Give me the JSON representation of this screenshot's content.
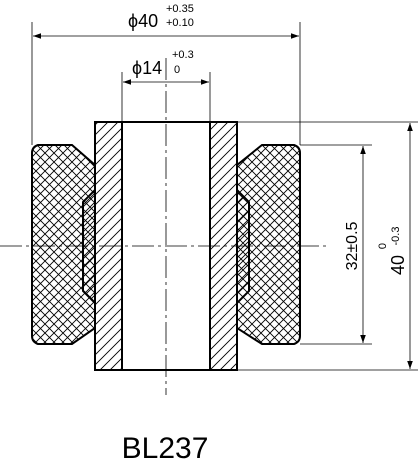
{
  "dimensions": {
    "outer_diameter": {
      "prefix": "ϕ",
      "value": "40",
      "tol_upper": "+0.35",
      "tol_lower": "+0.10"
    },
    "inner_diameter": {
      "prefix": "ϕ",
      "value": "14",
      "tol_upper": "+0.3",
      "tol_lower": "0"
    },
    "inner_length": {
      "label": "32±0.5"
    },
    "overall_length": {
      "value": "40",
      "tol_upper": "0",
      "tol_lower": "-0.3"
    }
  },
  "part_code": "BL237",
  "colors": {
    "line": "#000000",
    "background": "#ffffff"
  }
}
